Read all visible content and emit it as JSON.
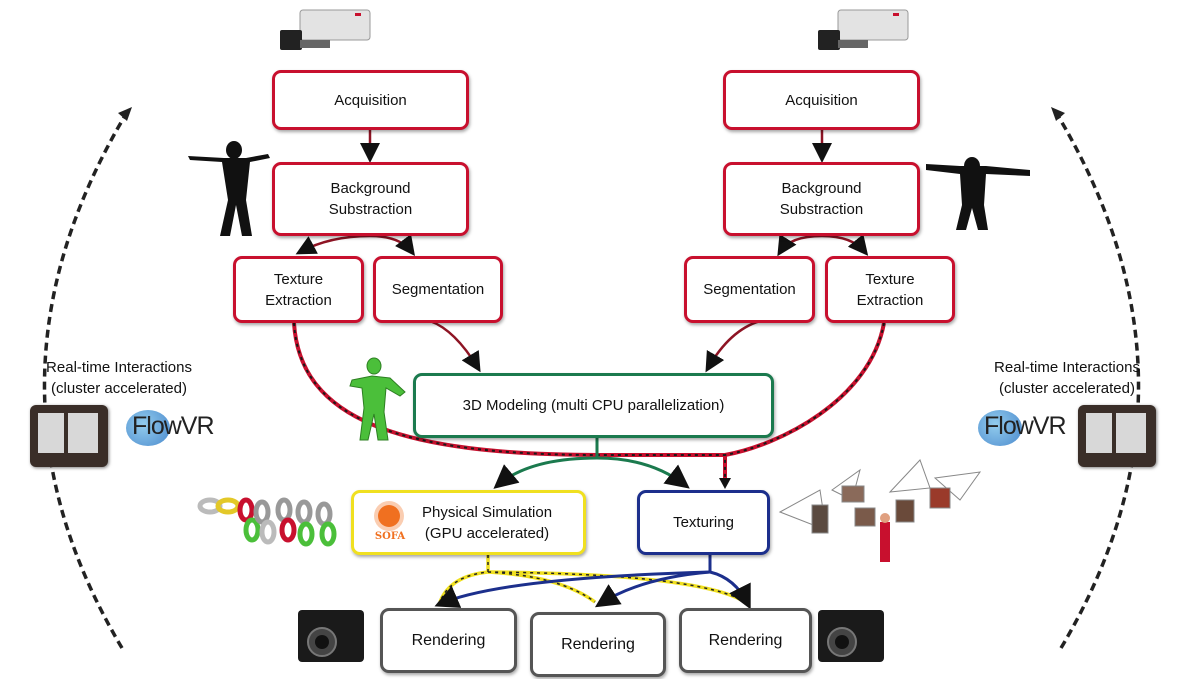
{
  "left_pipeline": {
    "acquisition": "Acquisition",
    "background_line1": "Background",
    "background_line2": "Substraction",
    "texture_line1": "Texture",
    "texture_line2": "Extraction",
    "segmentation": "Segmentation"
  },
  "right_pipeline": {
    "acquisition": "Acquisition",
    "background_line1": "Background",
    "background_line2": "Substraction",
    "texture_line1": "Texture",
    "texture_line2": "Extraction",
    "segmentation": "Segmentation"
  },
  "modeling": "3D Modeling (multi CPU parallelization)",
  "physical_line1": "Physical Simulation",
  "physical_line2": "(GPU accelerated)",
  "sofa_logo": "SOFA",
  "texturing": "Texturing",
  "rendering": [
    "Rendering",
    "Rendering",
    "Rendering"
  ],
  "interactions_left": {
    "line1": "Real-time Interactions",
    "line2": "(cluster accelerated)",
    "logo": "FlowVR"
  },
  "interactions_right": {
    "line1": "Real-time Interactions",
    "line2": "(cluster accelerated)",
    "logo": "FlowVR"
  },
  "colors": {
    "red": "#c8102e",
    "green": "#1b7a4e",
    "yellow": "#f0e020",
    "blue": "#1c2f8c",
    "gray": "#555555"
  },
  "icons": [
    "camera-icon",
    "silhouette-icon",
    "green-mesh-figure-icon",
    "chain-links-icon",
    "camera-views-icon",
    "projector-icon",
    "cluster-photo-icon",
    "flowvr-logo-icon",
    "sofa-logo-icon"
  ]
}
